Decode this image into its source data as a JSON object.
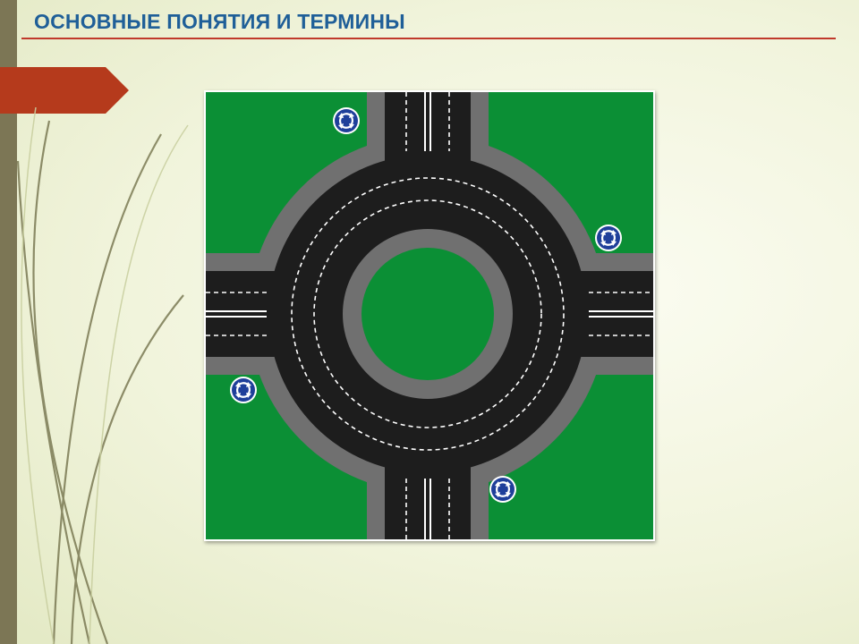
{
  "slide": {
    "title": "ОСНОВНЫЕ ПОНЯТИЯ И ТЕРМИНЫ"
  },
  "theme": {
    "title_color": "#1f5f98",
    "rule_color": "#c0392b",
    "tab_color": "#b53a1c",
    "sidebar_color": "#7c7655"
  },
  "diagram": {
    "description_type": "roundabout-intersection",
    "colors": {
      "grass": "#0b8f35",
      "asphalt": "#1d1d1d",
      "curb": "#707070",
      "marking": "#ffffff",
      "sign": "#1f3f9a"
    },
    "signs": [
      {
        "icon": "roundabout-sign-icon",
        "corner": "top-left"
      },
      {
        "icon": "roundabout-sign-icon",
        "corner": "top-right"
      },
      {
        "icon": "roundabout-sign-icon",
        "corner": "bottom-left"
      },
      {
        "icon": "roundabout-sign-icon",
        "corner": "bottom-right"
      }
    ]
  }
}
